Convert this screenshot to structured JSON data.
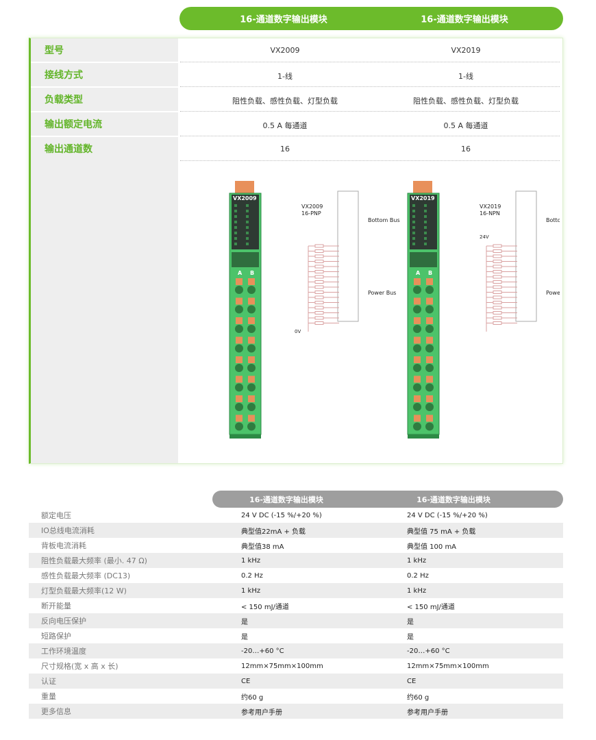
{
  "header": {
    "col1": "16-通道数字输出模块",
    "col2": "16-通道数字输出模块"
  },
  "overview": [
    {
      "label": "型号",
      "v1": "VX2009",
      "v2": "VX2019"
    },
    {
      "label": "接线方式",
      "v1": "1-线",
      "v2": "1-线"
    },
    {
      "label": "负载类型",
      "v1": "阻性负载、感性负载、灯型负载",
      "v2": "阻性负载、感性负载、灯型负载"
    },
    {
      "label": "输出额定电流",
      "v1": "0.5 A 每通道",
      "v2": "0.5 A 每通道"
    },
    {
      "label": "输出通道数",
      "v1": "16",
      "v2": "16"
    }
  ],
  "diagrams": [
    {
      "model": "VX2009",
      "type": "16-PNP",
      "ground": "0V",
      "bus_top": "Bottom Bus",
      "bus_power": "Power Bus",
      "col_a": "A",
      "col_b": "B"
    },
    {
      "model": "VX2019",
      "type": "16-NPN",
      "supply": "24V",
      "bus_top": "Bottom Bus",
      "bus_power": "Power Bus",
      "col_a": "A",
      "col_b": "B"
    }
  ],
  "colors": {
    "green": "#6cbb2b",
    "module": "#4cc36a",
    "terminal": "#e8905a",
    "gray_pill": "#9e9e9e"
  },
  "specs_header": {
    "col1": "16-通道数字输出模块",
    "col2": "16-通道数字输出模块"
  },
  "specs": [
    {
      "label": "额定电压",
      "v1": "24 V DC (-15 %/+20 %)",
      "v2": "24 V DC (-15 %/+20 %)"
    },
    {
      "label": "IO总线电流消耗",
      "v1": "典型值22mA + 负载",
      "v2": "典型值 75 mA + 负载"
    },
    {
      "label": "背板电流消耗",
      "v1": "典型值38 mA",
      "v2": "典型值 100 mA"
    },
    {
      "label": "阻性负载最大频率 (最小. 47 Ω)",
      "v1": "1 kHz",
      "v2": "1 kHz"
    },
    {
      "label": "感性负载最大频率 (DC13)",
      "v1": "0.2 Hz",
      "v2": "0.2 Hz"
    },
    {
      "label": "灯型负载最大频率(12 W)",
      "v1": "1 kHz",
      "v2": "1 kHz"
    },
    {
      "label": "断开能量",
      "v1": "< 150 mJ/通道",
      "v2": "< 150 mJ/通道"
    },
    {
      "label": "反向电压保护",
      "v1": "是",
      "v2": "是"
    },
    {
      "label": "短路保护",
      "v1": "是",
      "v2": "是"
    },
    {
      "label": "工作环境温度",
      "v1": "-20…+60 °C",
      "v2": "-20…+60 °C"
    },
    {
      "label": "尺寸规格(宽 x 高 x 长)",
      "v1": "12mm×75mm×100mm",
      "v2": "12mm×75mm×100mm"
    },
    {
      "label": "认证",
      "v1": "CE",
      "v2": "CE"
    },
    {
      "label": "重量",
      "v1": "约60 g",
      "v2": "约60 g"
    },
    {
      "label": "更多信息",
      "v1": "参考用户手册",
      "v2": "参考用户手册"
    }
  ]
}
